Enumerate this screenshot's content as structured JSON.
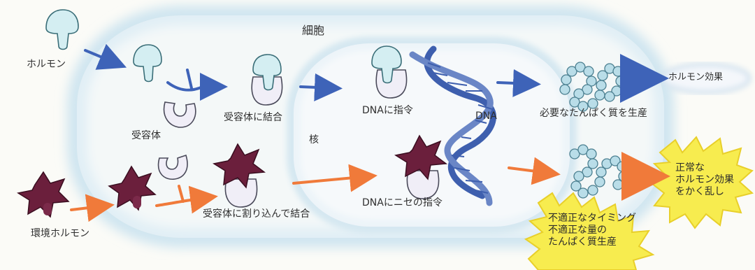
{
  "labels": {
    "cell": "細胞",
    "nucleus": "核",
    "hormone": "ホルモン",
    "receptor": "受容体",
    "bind_receptor": "受容体に結合",
    "dna_command": "DNAに指令",
    "dna": "DNA",
    "produce_protein": "必要なたんぱく質を生産",
    "hormone_effect": "ホルモン効果",
    "env_hormone": "環境ホルモン",
    "cut_in_bind": "受容体に割り込んで結合",
    "fake_command": "DNAにニセの指令",
    "disrupt_lines": [
      "正常な",
      "ホルモン効果",
      "をかく乱し"
    ],
    "improper_lines": [
      "不適正なタイミング",
      "不適正な量の",
      "たんぱく質生産"
    ]
  },
  "colors": {
    "hormone_fill": "#d4eef2",
    "hormone_outline": "#3a6e78",
    "env_fill": "#6b1f3c",
    "receptor_fill": "#f0eef7",
    "blue_arrow": "#3e63b8",
    "orange_arrow": "#f07a3a",
    "cell_shadow": "#d9ebf4",
    "bead": "#b9dde8",
    "burst": "#f7ec4f"
  },
  "icons": [
    "hormone-icon",
    "receptor-icon",
    "env-hormone-icon",
    "dna-helix-icon",
    "protein-chain-icon",
    "burst-icon"
  ]
}
